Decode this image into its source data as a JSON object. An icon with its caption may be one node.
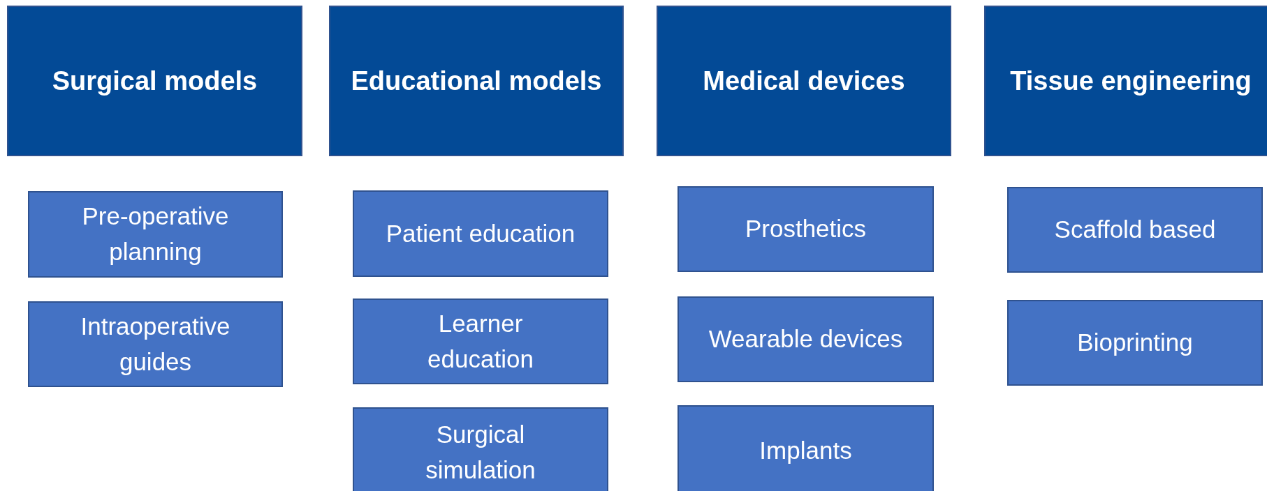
{
  "diagram": {
    "nodes": [
      {
        "text": [
          "Surgical models"
        ]
      },
      {
        "text": [
          "Educational models"
        ]
      },
      {
        "text": [
          "Medical devices"
        ]
      },
      {
        "text": [
          "Tissue engineering"
        ]
      },
      {
        "text": [
          "Pre-operative planning"
        ]
      },
      {
        "text": [
          "Patient education"
        ]
      },
      {
        "text": [
          "Prosthetics"
        ]
      },
      {
        "text": [
          "Scaffold based"
        ]
      },
      {
        "text": [
          "Intraoperative guides"
        ]
      },
      {
        "text": [
          "Learner education"
        ]
      },
      {
        "text": [
          "Wearable devices"
        ]
      },
      {
        "text": [
          "Bioprinting"
        ]
      },
      {
        "text": [
          "Surgical simulation"
        ]
      },
      {
        "text": [
          "Implants"
        ]
      }
    ]
  }
}
